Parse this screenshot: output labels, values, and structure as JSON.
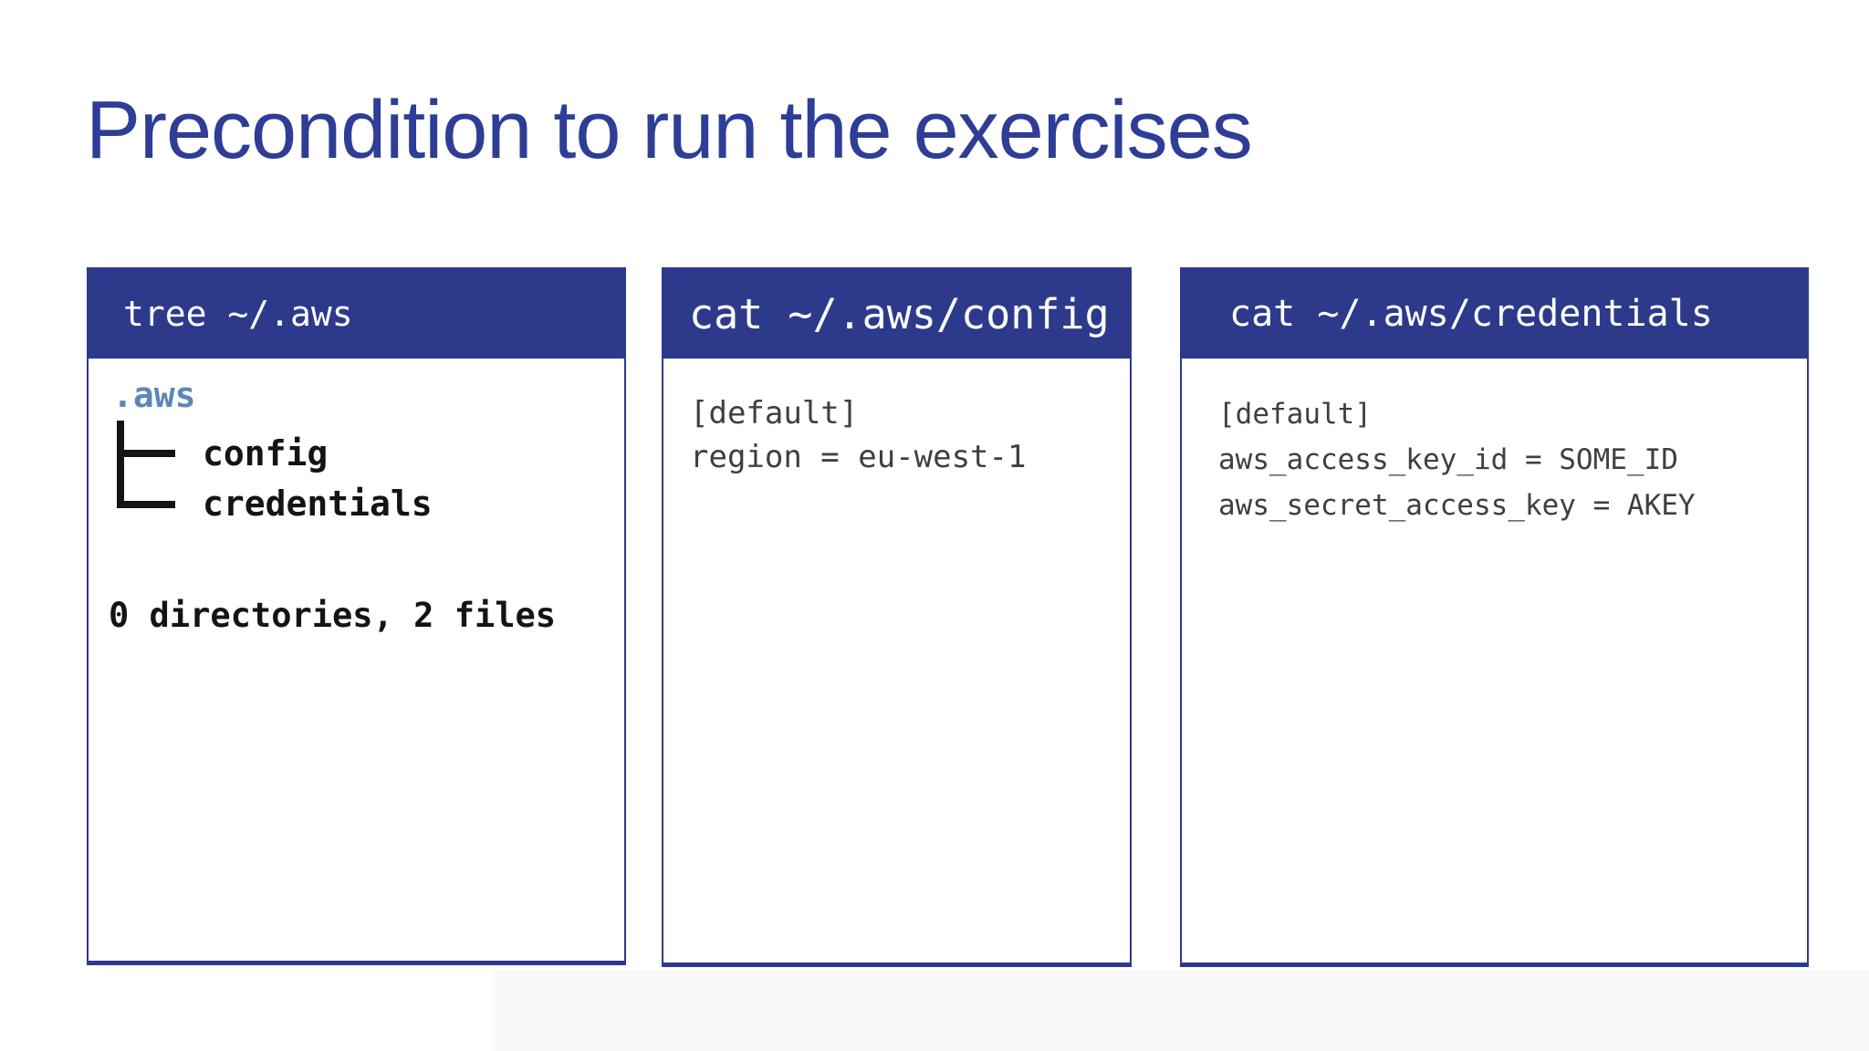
{
  "slide": {
    "title": "Precondition to run the exercises"
  },
  "colors": {
    "accent_blue": "#2d3a8c",
    "title_blue": "#2e3d96",
    "header_text": "#ffffff",
    "terminal_text": "#3f3f3f",
    "directory_blue": "#5d86b8",
    "tree_line_black": "#141414"
  },
  "panels": {
    "tree": {
      "command": "tree ~/.aws",
      "root": ".aws",
      "entries": [
        "config",
        "credentials"
      ],
      "summary": "0 directories, 2 files"
    },
    "config": {
      "command": "cat ~/.aws/config",
      "lines": [
        "[default]",
        "region = eu-west-1"
      ]
    },
    "credentials": {
      "command": "cat ~/.aws/credentials",
      "lines": [
        "[default]",
        "aws_access_key_id = SOME_ID",
        "aws_secret_access_key = AKEY"
      ]
    }
  }
}
